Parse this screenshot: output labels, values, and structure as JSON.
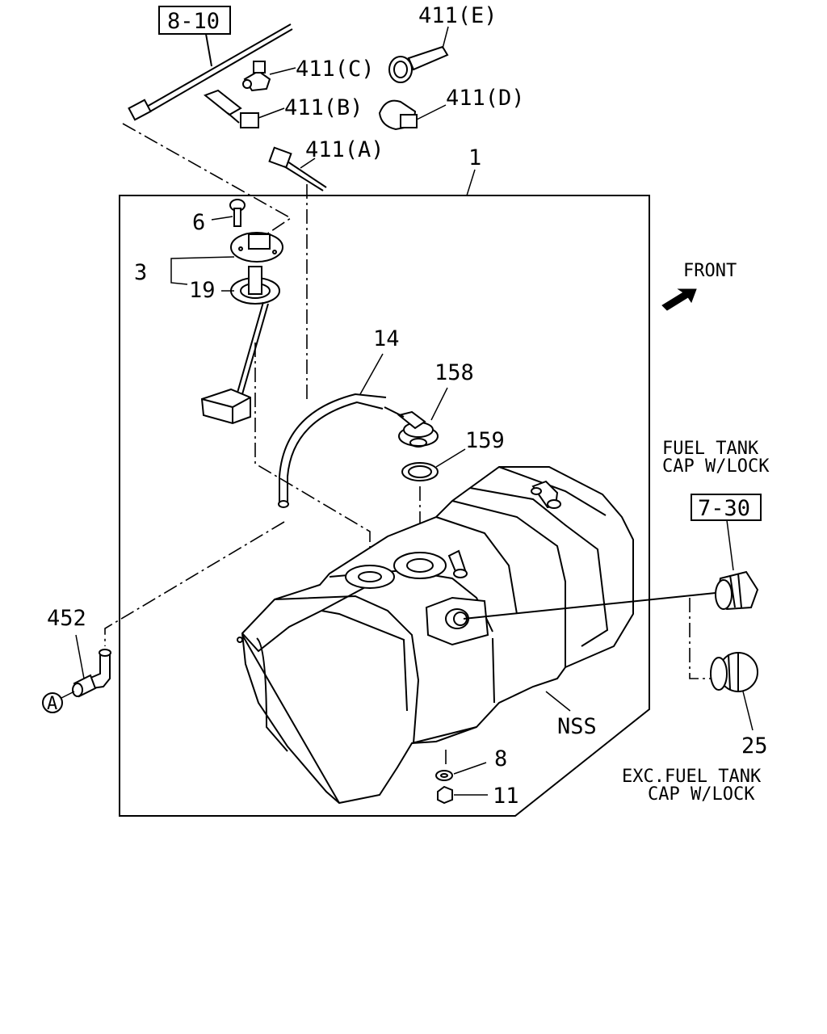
{
  "labels": {
    "ref_8_10": "8-10",
    "ref_7_30": "7-30",
    "p411e": "411(E)",
    "p411c": "411(C)",
    "p411b": "411(B)",
    "p411d": "411(D)",
    "p411a": "411(A)",
    "p1": "1",
    "p6": "6",
    "p3": "3",
    "p19": "19",
    "p14": "14",
    "p158": "158",
    "p159": "159",
    "p452": "452",
    "pA": "A",
    "nss": "NSS",
    "p8": "8",
    "p11": "11",
    "p25": "25",
    "front": "FRONT",
    "lock_line1": "FUEL TANK",
    "lock_line2": "CAP W/LOCK",
    "exc_line1": "EXC.FUEL TANK",
    "exc_line2": "CAP W/LOCK"
  },
  "icons": [
    "front-arrow-icon",
    "circled-a-icon"
  ]
}
